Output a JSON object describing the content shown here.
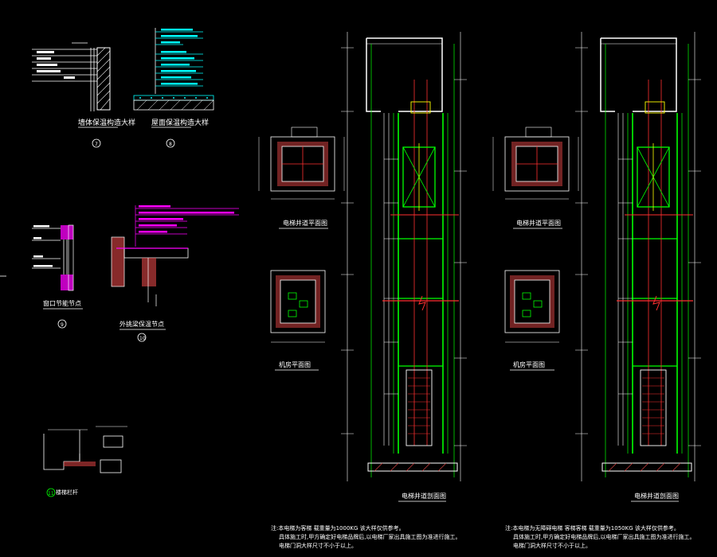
{
  "colors": {
    "background": "#000000",
    "white": "#ffffff",
    "green": "#00ff00",
    "red": "#ff3030",
    "yellow": "#ffff00",
    "magenta": "#ff00ff",
    "cyan": "#00ffff",
    "hatch": "#d04040"
  },
  "details": {
    "wall_insulation_title": "墙体保温构造大样",
    "wall_insulation_num": "7",
    "roof_insulation_title": "屋面保温构造大样",
    "roof_insulation_num": "8",
    "window_node_title": "窗口节能节点",
    "window_node_num": "9",
    "balcony_node_title": "外挑梁保温节点",
    "balcony_node_num": "10",
    "stair_node_title": "楼梯栏杆",
    "stair_node_num": "11"
  },
  "elevator_a": {
    "section_title": "电梯井道剖面图",
    "pit_plan_title": "电梯井道平面图",
    "machine_room_title": "机房平面图",
    "notes": [
      "注:本电梯为客梯 载重量为1000KG  该大样仅供参考。",
      "具体施工时,甲方确定好电梯品牌后,以电梯厂家出具施工图为准进行施工。",
      "电梯门洞大样尺寸不小于以上。"
    ]
  },
  "elevator_b": {
    "section_title": "电梯井道剖面图",
    "pit_plan_title": "电梯井道平面图",
    "machine_room_title": "机房平面图",
    "notes": [
      "注:本电梯为无障碍电梯 客梯客梯 载重量为1050KG  该大样仅供参考。",
      "具体施工时,甲方确定好电梯品牌后,以电梯厂家出具施工图为准进行施工。",
      "电梯门洞大样尺寸不小于以上。"
    ]
  }
}
